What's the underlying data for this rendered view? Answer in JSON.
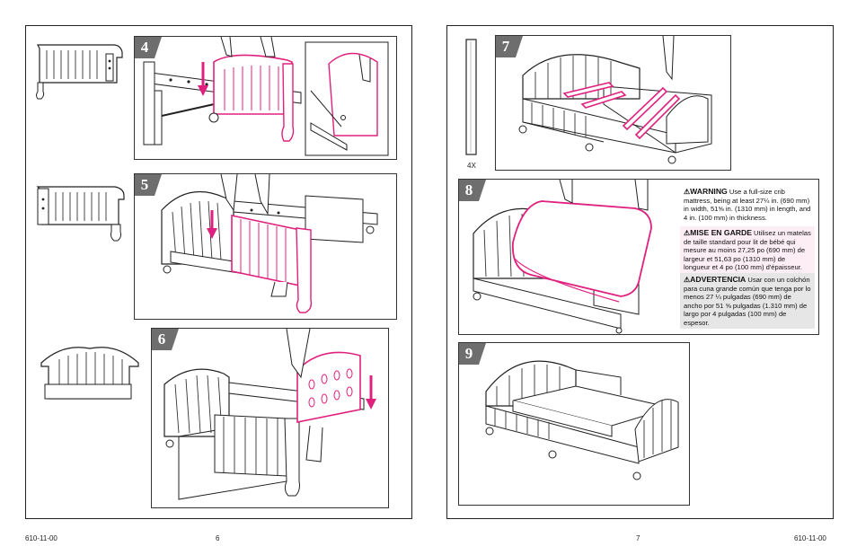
{
  "steps": {
    "s4": "4",
    "s5": "5",
    "s6": "6",
    "s7": "7",
    "s8": "8",
    "s9": "9"
  },
  "strip_label": "4X",
  "warnings": {
    "en": {
      "head": "WARNING",
      "text": " Use a full-size crib mattress, being at least 27¼ in. (690 mm) in width, 51⅝ in. (1310 mm) in length, and 4 in. (100 mm) in thickness."
    },
    "fr": {
      "head": "MISE EN GARDE",
      "text": " Utilisez un matelas de taille standard pour lit de bébé qui mesure au moins 27,25 po (690 mm) de largeur et 51,63 po (1310 mm) de longueur et 4 po (100 mm) d'épaisseur."
    },
    "es": {
      "head": "ADVERTENCIA",
      "text": " Usar con un colchón para cuna grande común que tenga por lo menos 27 ¼ pulgadas (690 mm) de ancho por 51 ⅝ pulgadas (1.310 mm) de largo por 4 pulgadas (100 mm) de espesor."
    },
    "symbol": "⚠"
  },
  "footer": {
    "left_code": "610-11-00",
    "left_page": "6",
    "right_page": "7",
    "right_code": "610-11-00"
  },
  "colors": {
    "magenta": "#e0207e",
    "pink_light": "#f6b3d4",
    "line": "#222222"
  }
}
